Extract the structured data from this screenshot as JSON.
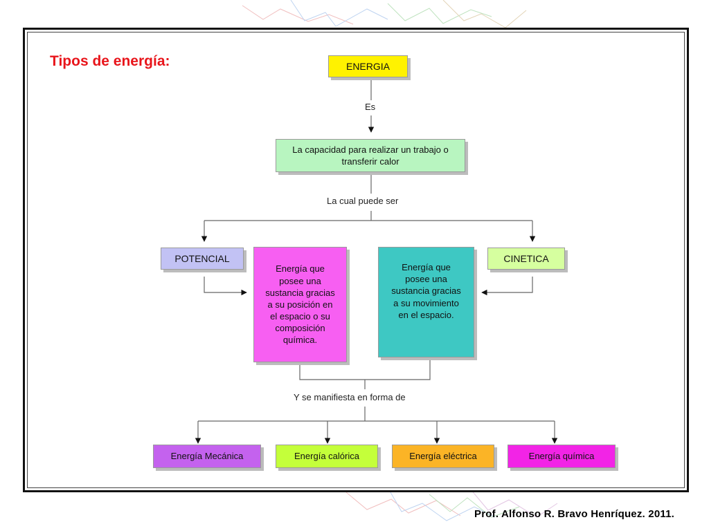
{
  "slide": {
    "title": "Tipos de energía:",
    "footer": "Prof. Alfonso R. Bravo Henríquez. 2011."
  },
  "diagram": {
    "root": "ENERGIA",
    "link_es": "Es",
    "definition": "La capacidad para realizar un trabajo o  transferir calor",
    "link_cual": "La cual puede ser",
    "potencial": {
      "label": "POTENCIAL",
      "description": "Energía que posee una sustancia gracias a su posición en el espacio o su composición química."
    },
    "cinetica": {
      "label": "CINETICA",
      "description": "Energía que posee una sustancia gracias a su movimiento en el espacio."
    },
    "link_manifiesta": "Y se manifiesta en forma de",
    "forms": [
      "Energía Mecánica",
      "Energía calórica",
      "Energía eléctrica",
      "Energía química"
    ]
  },
  "colors": {
    "title": "#e8151b",
    "root": "#fff200",
    "definition": "#b8f5c0",
    "potencial": "#c2c2f4",
    "cinetica": "#d6ff9f",
    "potencial_desc": "#f75ff2",
    "cinetica_desc": "#3ec8c3",
    "mecanica": "#c462ee",
    "calorica": "#c4ff3a",
    "electrica": "#fbb426",
    "quimica": "#f224e6"
  }
}
